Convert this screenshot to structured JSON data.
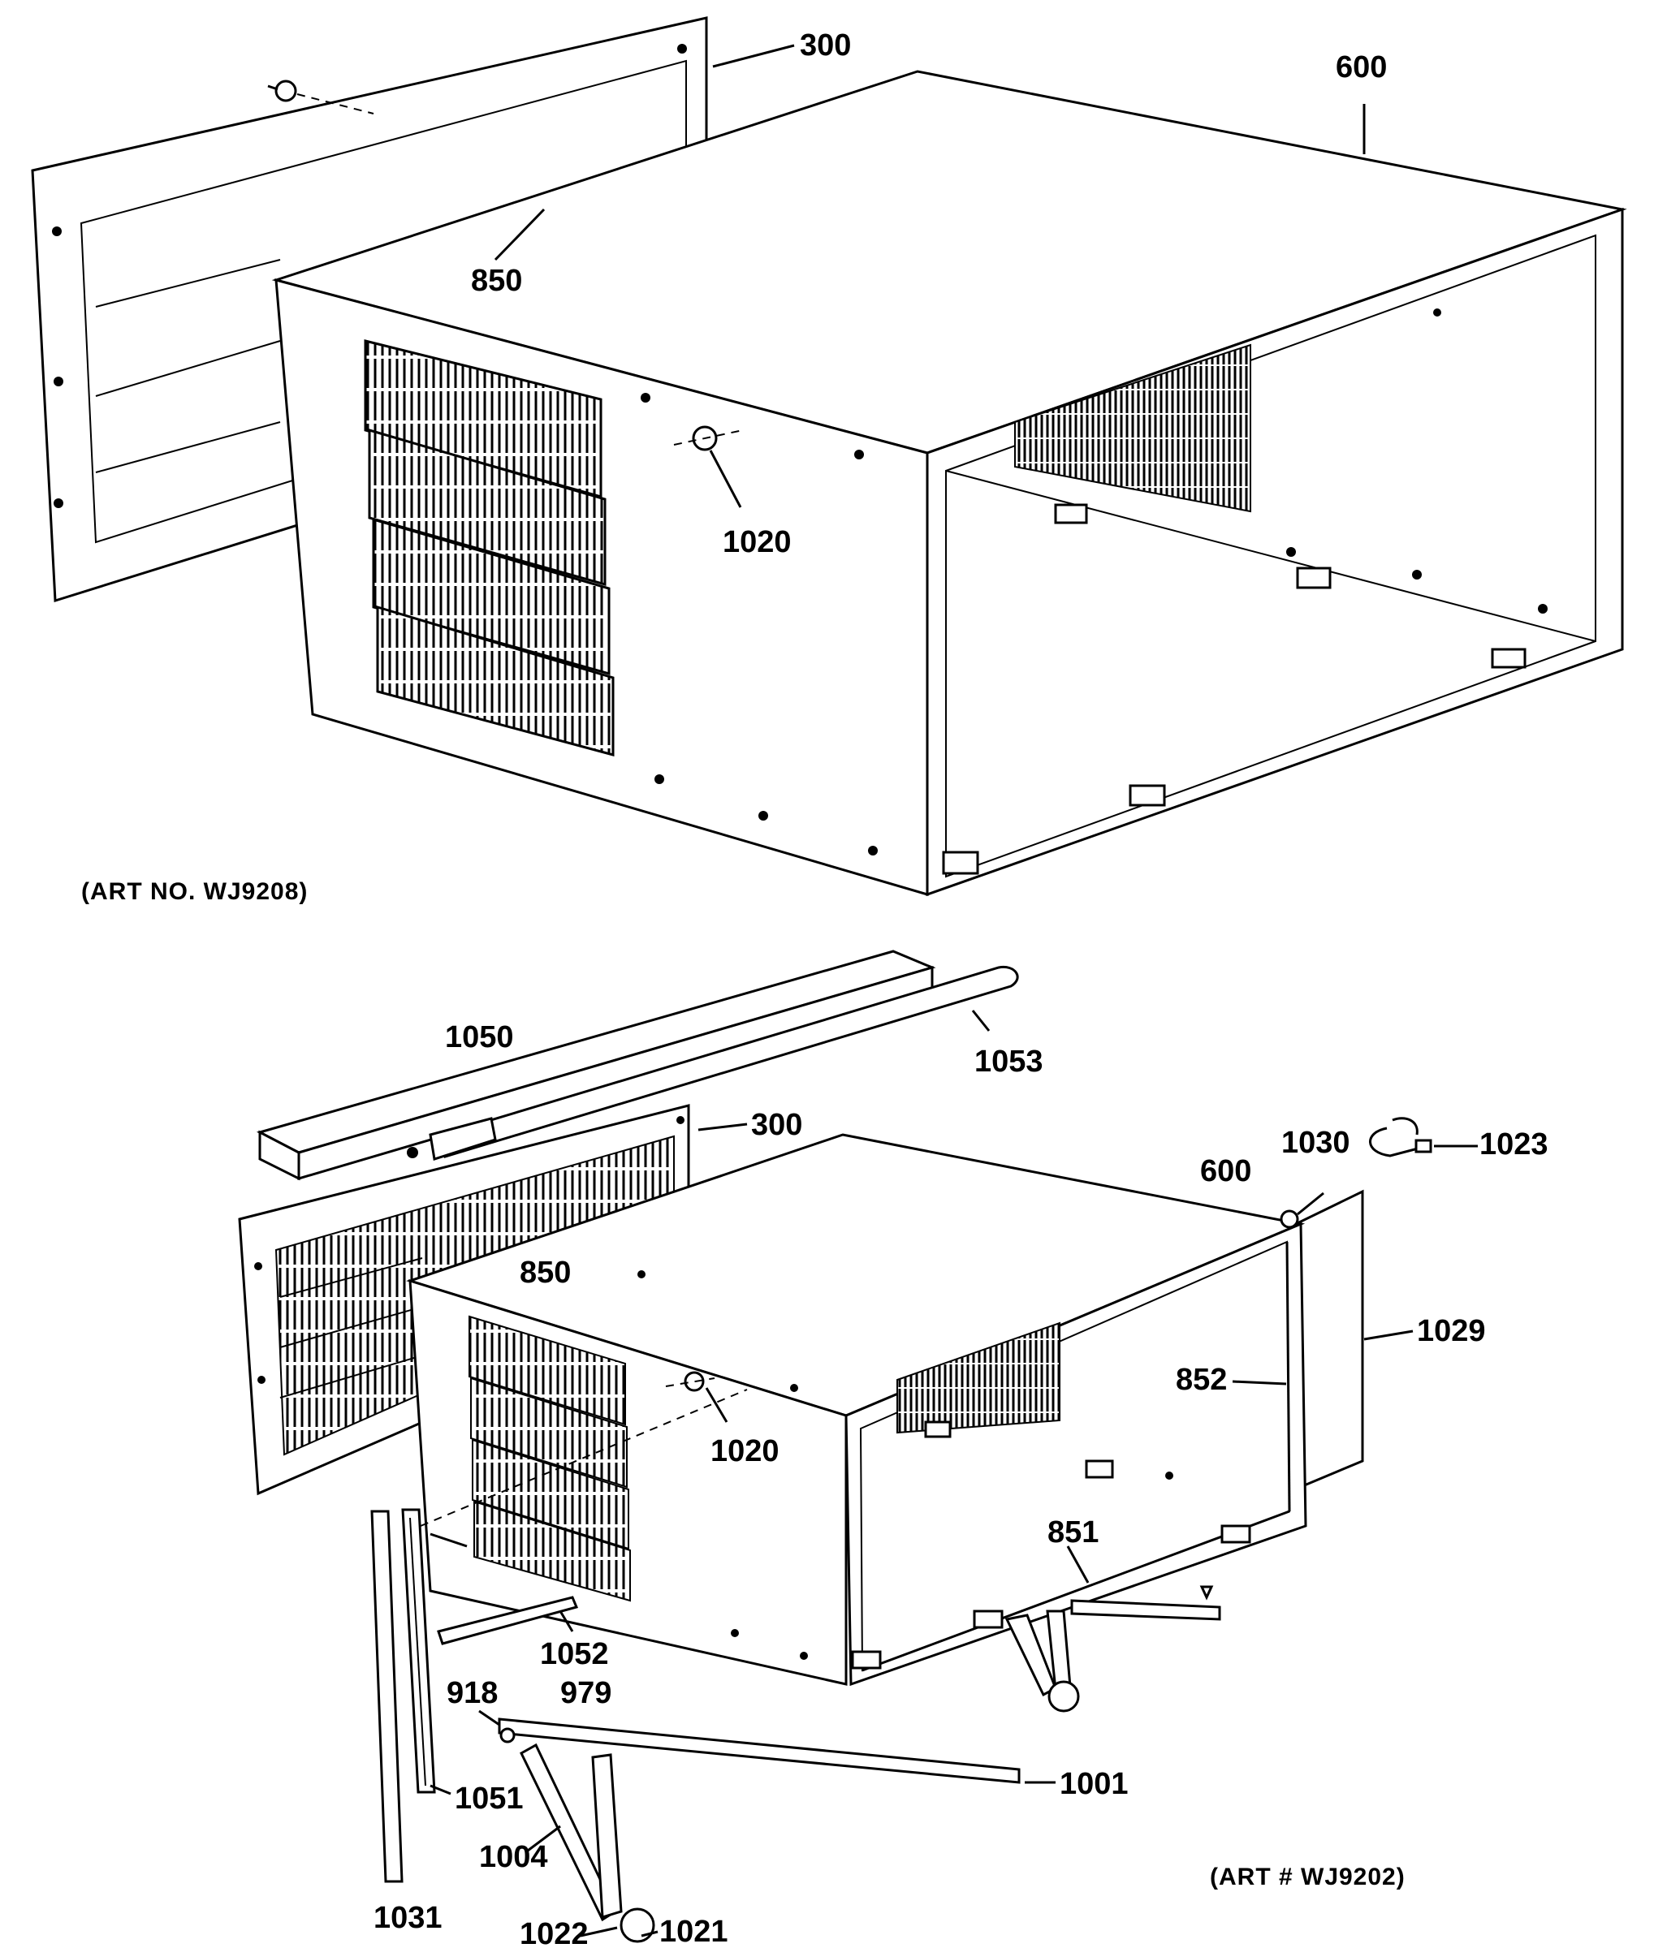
{
  "figures": [
    {
      "art_number": "(ART NO. WJ9208)",
      "callouts": [
        "300",
        "600",
        "850",
        "1020"
      ]
    },
    {
      "art_number": "(ART # WJ9202)",
      "callouts": [
        "1050",
        "1053",
        "300",
        "850",
        "600",
        "1030",
        "1023",
        "1029",
        "852",
        "1020",
        "851",
        "1052",
        "918",
        "979",
        "1051",
        "1001",
        "1004",
        "1031",
        "1022",
        "1021"
      ]
    }
  ]
}
